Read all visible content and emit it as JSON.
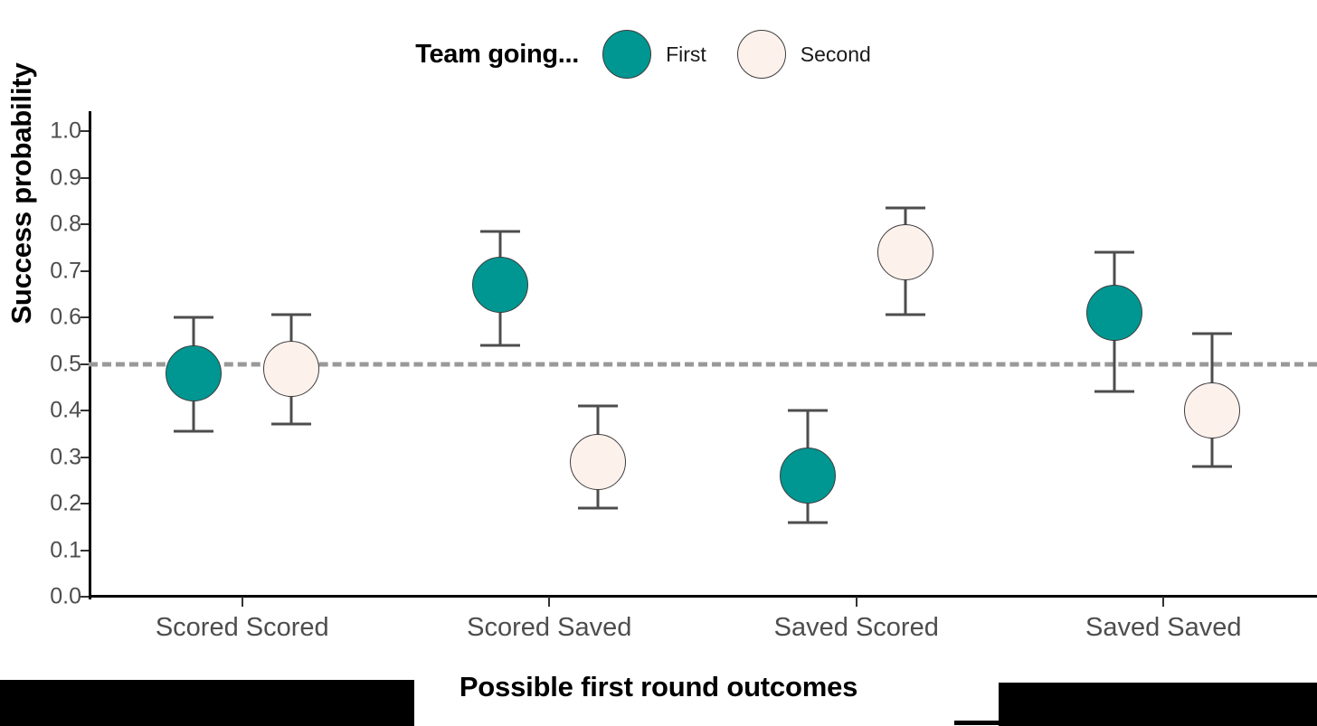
{
  "legend": {
    "title": "Team going...",
    "entries": [
      {
        "label": "First",
        "color": "#009691"
      },
      {
        "label": "Second",
        "color": "#FDF1EC"
      }
    ]
  },
  "axes": {
    "ylabel": "Success probability",
    "xlabel": "Possible first round outcomes",
    "ytick_labels": [
      "0.0",
      "0.1",
      "0.2",
      "0.3",
      "0.4",
      "0.5",
      "0.6",
      "0.7",
      "0.8",
      "0.9",
      "1.0"
    ],
    "xtick_labels": [
      "Scored Scored",
      "Scored Saved",
      "Saved Scored",
      "Saved Saved"
    ]
  },
  "chart_data": {
    "type": "scatter",
    "title": "",
    "xlabel": "Possible first round outcomes",
    "ylabel": "Success probability",
    "ylim": [
      0.0,
      1.0
    ],
    "yticks": [
      0.0,
      0.1,
      0.2,
      0.3,
      0.4,
      0.5,
      0.6,
      0.7,
      0.8,
      0.9,
      1.0
    ],
    "grid": false,
    "legend_position": "top-center",
    "legend_title": "Team going...",
    "reference_line": {
      "y": 0.5,
      "style": "dashed",
      "color": "#999999"
    },
    "categories": [
      "Scored Scored",
      "Scored Saved",
      "Saved Scored",
      "Saved Saved"
    ],
    "series": [
      {
        "name": "First",
        "color": "#009691",
        "values": [
          0.48,
          0.67,
          0.26,
          0.61
        ],
        "ci_lower": [
          0.355,
          0.54,
          0.16,
          0.44
        ],
        "ci_upper": [
          0.6,
          0.785,
          0.4,
          0.74
        ]
      },
      {
        "name": "Second",
        "color": "#FDF1EC",
        "values": [
          0.49,
          0.29,
          0.74,
          0.4
        ],
        "ci_lower": [
          0.37,
          0.19,
          0.605,
          0.28
        ],
        "ci_upper": [
          0.605,
          0.41,
          0.835,
          0.565
        ]
      }
    ]
  }
}
